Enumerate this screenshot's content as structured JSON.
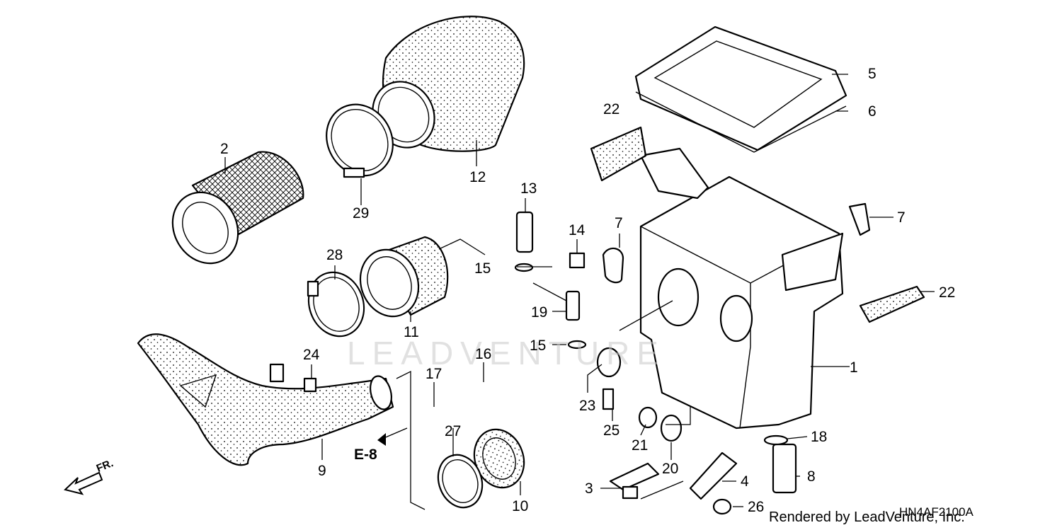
{
  "labels": {
    "p1": "1",
    "p2": "2",
    "p3": "3",
    "p4": "4",
    "p5": "5",
    "p6": "6",
    "p7a": "7",
    "p7b": "7",
    "p8": "8",
    "p9": "9",
    "p10": "10",
    "p11": "11",
    "p12": "12",
    "p13": "13",
    "p14": "14",
    "p15a": "15",
    "p15b": "15",
    "p16": "16",
    "p17": "17",
    "p18": "18",
    "p19": "19",
    "p20": "20",
    "p21": "21",
    "p22a": "22",
    "p22b": "22",
    "p23": "23",
    "p24": "24",
    "p25": "25",
    "p26": "26",
    "p27": "27",
    "p28": "28",
    "p29": "29"
  },
  "ref_label": "E-8",
  "direction_label": "FR.",
  "diagram_code": "HN4AF2100A",
  "credit": "Rendered by LeadVenture, Inc.",
  "watermark": "LEADVENTURE"
}
